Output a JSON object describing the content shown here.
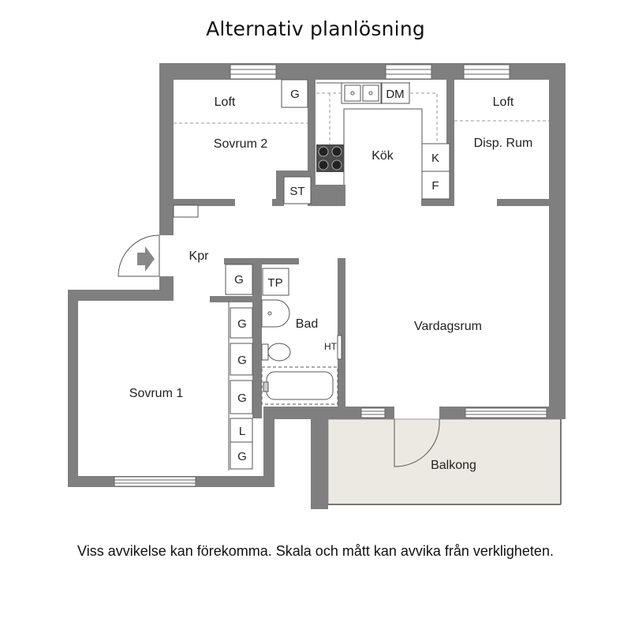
{
  "title": "Alternativ planlösning",
  "disclaimer": "Viss avvikelse kan förekomma. Skala och mått kan avvika från verkligheten.",
  "rooms": {
    "loft_left": "Loft",
    "sovrum2": "Sovrum 2",
    "kok": "Kök",
    "loft_right": "Loft",
    "disp_rum": "Disp. Rum",
    "kpr": "Kpr",
    "bad": "Bad",
    "vardagsrum": "Vardagsrum",
    "sovrum1": "Sovrum 1",
    "balkong": "Balkong"
  },
  "fixtures": {
    "g_sovrum2": "G",
    "dm": "DM",
    "k": "K",
    "f": "F",
    "st": "ST",
    "g_hall": "G",
    "tp": "TP",
    "ht": "HT",
    "g_wardrobe_1": "G",
    "g_wardrobe_2": "G",
    "g_wardrobe_3": "G",
    "l_wardrobe": "L",
    "g_wardrobe_4": "G"
  },
  "colors": {
    "wall": "#7f7f7f",
    "balcony": "#ece9e3",
    "line": "#444444",
    "dashed": "#888888"
  }
}
